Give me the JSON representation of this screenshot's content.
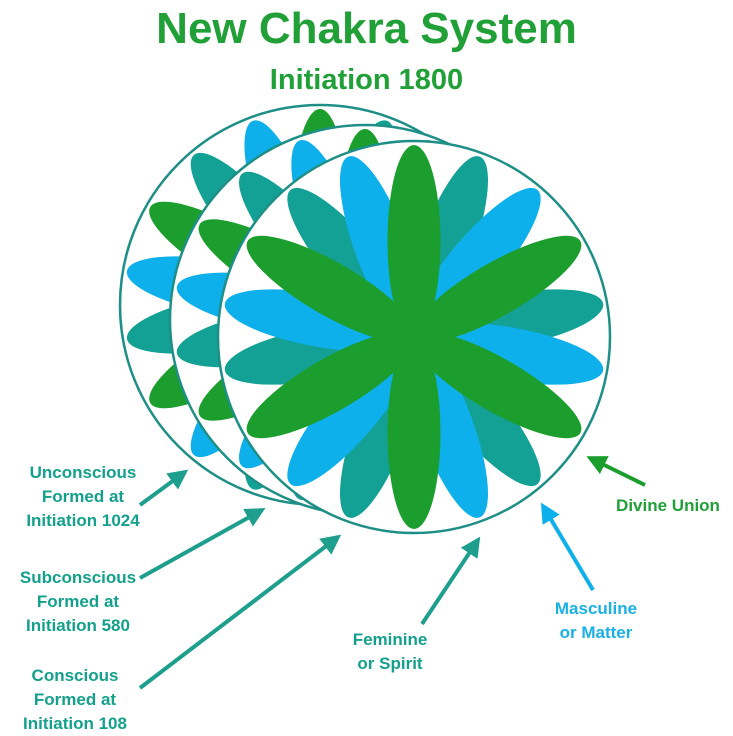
{
  "title": "New Chakra System",
  "subtitle": "Initiation 1800",
  "colors": {
    "green": "#1b9e2d",
    "teal": "#14a195",
    "blue": "#0eb0eb",
    "circle_stroke": "#1e8f86",
    "title_green": "#21a038",
    "label_teal": "#13a08c",
    "label_blue": "#1ab1e6"
  },
  "labels": {
    "unconscious": [
      "Unconscious",
      "Formed at",
      "Initiation 1024"
    ],
    "subconscious": [
      "Subconscious",
      "Formed at",
      "Initiation 580"
    ],
    "conscious": [
      "Conscious",
      "Formed at",
      "Initiation 108"
    ],
    "feminine": [
      "Feminine",
      "or Spirit"
    ],
    "masculine": [
      "Masculine",
      "or Matter"
    ],
    "divine_union": [
      "Divine Union"
    ]
  }
}
